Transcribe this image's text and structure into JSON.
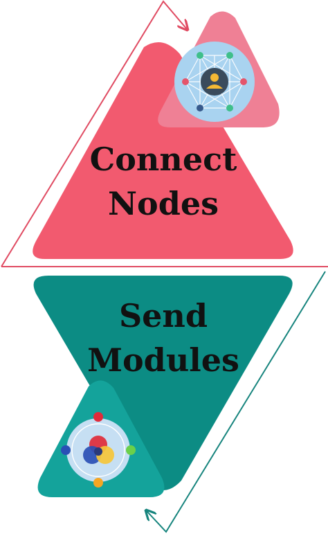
{
  "steps": [
    {
      "line1": "Connect",
      "line2": "Nodes",
      "color": "#f25a6f",
      "badge_color": "#ef8095",
      "icon": "network-user-icon"
    },
    {
      "line1": "Send",
      "line2": "Modules",
      "color": "#0c8c84",
      "badge_color": "#14a39b",
      "icon": "module-orbit-icon"
    }
  ],
  "colors": {
    "pink_arrow": "#e04b62",
    "teal_arrow": "#16847d",
    "icon_bg": "#a9d3f0",
    "icon_dark": "#3a4b5c",
    "node_pink": "#e4556b",
    "node_green": "#3fbf8a",
    "node_blue": "#375a8c"
  }
}
